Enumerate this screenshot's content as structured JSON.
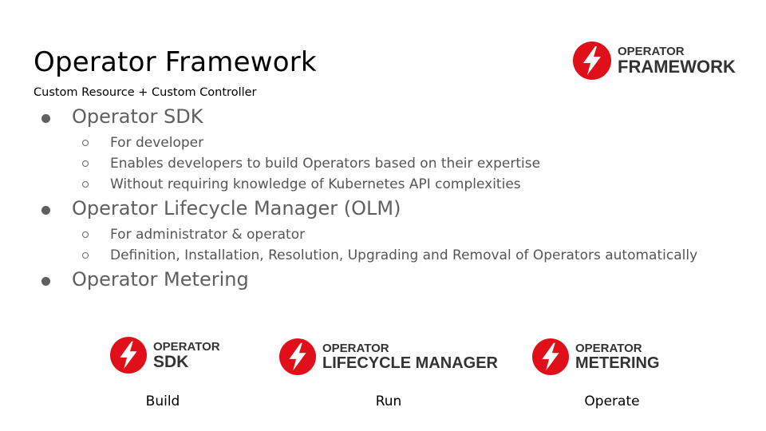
{
  "title": "Operator Framework",
  "subtitle": "Custom Resource + Custom Controller",
  "header_logo": {
    "top": "OPERATOR",
    "bottom": "FRAMEWORK",
    "icon": "lightning-bolt-icon"
  },
  "bullets": [
    {
      "label": "Operator SDK",
      "subitems": [
        "For developer",
        "Enables developers to build Operators based on their expertise",
        "Without requiring knowledge of Kubernetes API complexities"
      ]
    },
    {
      "label": "Operator Lifecycle Manager (OLM)",
      "subitems": [
        "For administrator & operator",
        "Definition, Installation, Resolution, Upgrading and Removal of Operators automatically"
      ]
    },
    {
      "label": "Operator Metering",
      "subitems": []
    }
  ],
  "logos": [
    {
      "top": "OPERATOR",
      "bottom": "SDK",
      "caption": "Build",
      "icon": "lightning-bolt-icon"
    },
    {
      "top": "OPERATOR",
      "bottom": "LIFECYCLE MANAGER",
      "caption": "Run",
      "icon": "lightning-bolt-icon"
    },
    {
      "top": "OPERATOR",
      "bottom": "METERING",
      "caption": "Operate",
      "icon": "lightning-bolt-icon"
    }
  ],
  "colors": {
    "brand_red": "#e0101a",
    "bullet_text": "#5f5f5f",
    "logo_text": "#333333"
  }
}
